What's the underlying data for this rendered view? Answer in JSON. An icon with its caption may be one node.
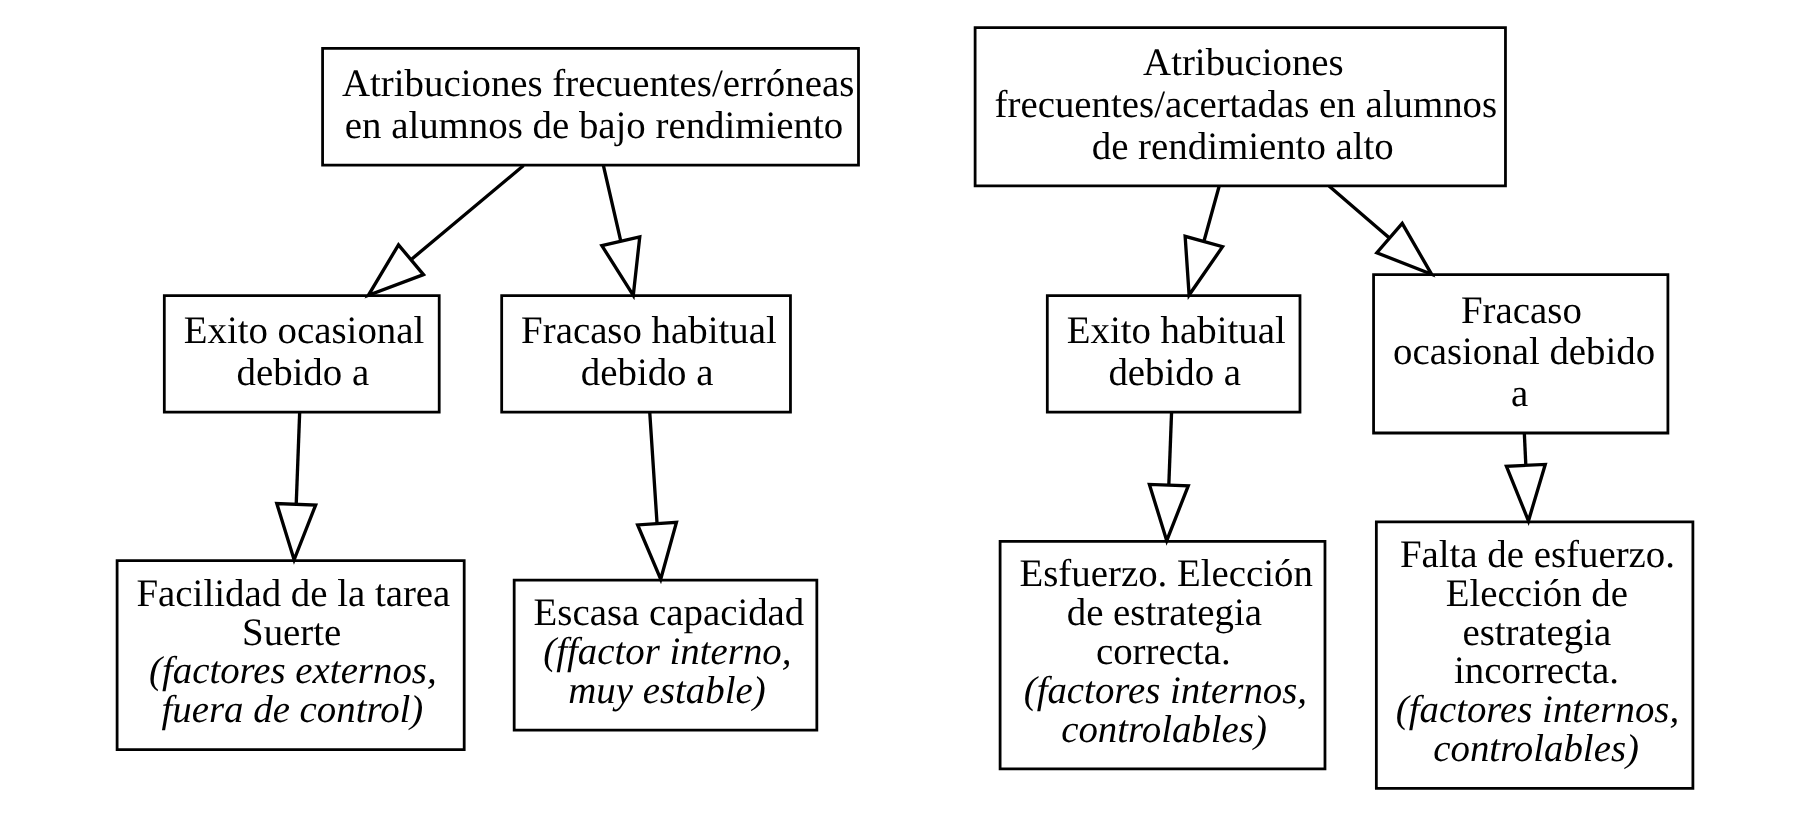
{
  "diagram": {
    "nodes": [
      {
        "text": [
          "Atribuciones frecuentes/erróneas en alumnos de bajo rendimiento"
        ]
      },
      {
        "text": [
          "Atribuciones frecuentes/acertadas en alumnos de rendimiento alto"
        ]
      },
      {
        "text": [
          "Exito ocasional debido a"
        ]
      },
      {
        "text": [
          "Fracaso habitual debido a"
        ]
      },
      {
        "text": [
          "Exito habitual debido a"
        ]
      },
      {
        "text": [
          "Fracaso ocasional debido a"
        ]
      },
      {
        "text": [
          "Facilidad de la tarea",
          "Suerte",
          "(factores externos, fuera de control)"
        ]
      },
      {
        "text": [
          "Escasa capacidad",
          "(ffactor interno, muy estable)"
        ]
      },
      {
        "text": [
          "Esfuerzo. Elección de estrategia correcta.",
          "(factores internos, controlables)"
        ]
      },
      {
        "text": [
          "Falta de esfuerzo. Elección de estrategia incorrecta.",
          "(factores internos, controlables)"
        ]
      }
    ],
    "edges": [
      {
        "from": 0,
        "to": 2,
        "arrow": "to"
      },
      {
        "from": 0,
        "to": 3,
        "arrow": "to"
      },
      {
        "from": 1,
        "to": 4,
        "arrow": "to"
      },
      {
        "from": 1,
        "to": 5,
        "arrow": "to"
      },
      {
        "from": 2,
        "to": 6,
        "arrow": "to"
      },
      {
        "from": 3,
        "to": 7,
        "arrow": "to"
      },
      {
        "from": 4,
        "to": 8,
        "arrow": "to"
      },
      {
        "from": 5,
        "to": 9,
        "arrow": "to"
      }
    ]
  }
}
